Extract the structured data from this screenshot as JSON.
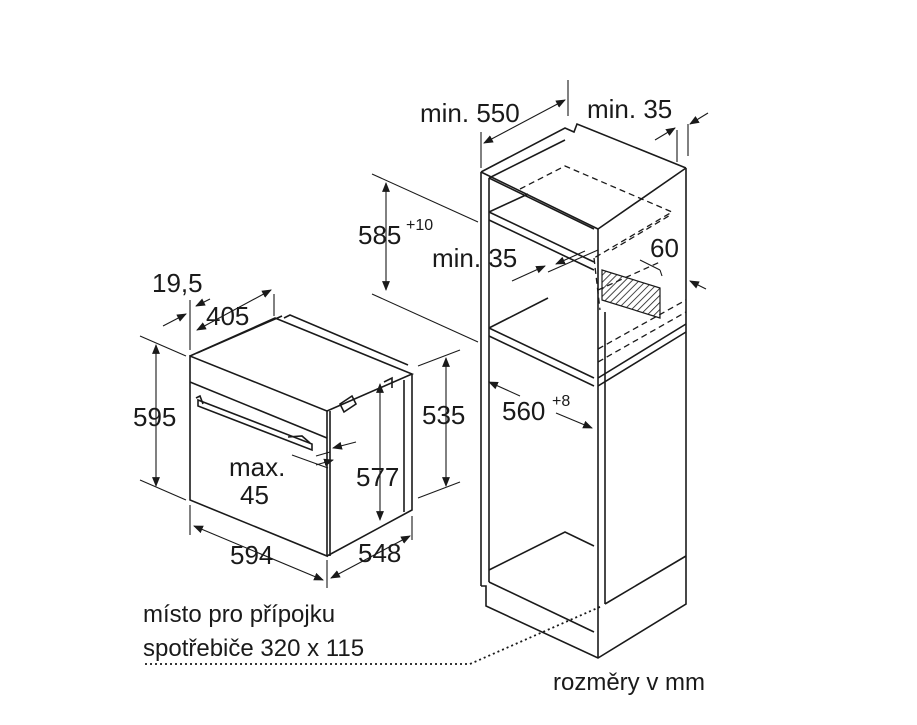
{
  "oven": {
    "depth_offset": "19,5",
    "top_depth": "405",
    "height": "595",
    "inner_height": "577",
    "side_height": "535",
    "handle_label": "max.",
    "handle_value": "45",
    "width": "594",
    "depth": "548"
  },
  "cabinet": {
    "min_depth": "min. 550",
    "min_back": "min. 35",
    "niche_height": "585",
    "niche_height_tol": "+10",
    "min_gap": "min. 35",
    "vent": "60",
    "niche_width": "560",
    "niche_width_tol": "+8"
  },
  "notes": {
    "connection_line1": "místo pro přípojku",
    "connection_line2": "spotřebiče 320 x 115",
    "units": "rozměry v mm"
  }
}
